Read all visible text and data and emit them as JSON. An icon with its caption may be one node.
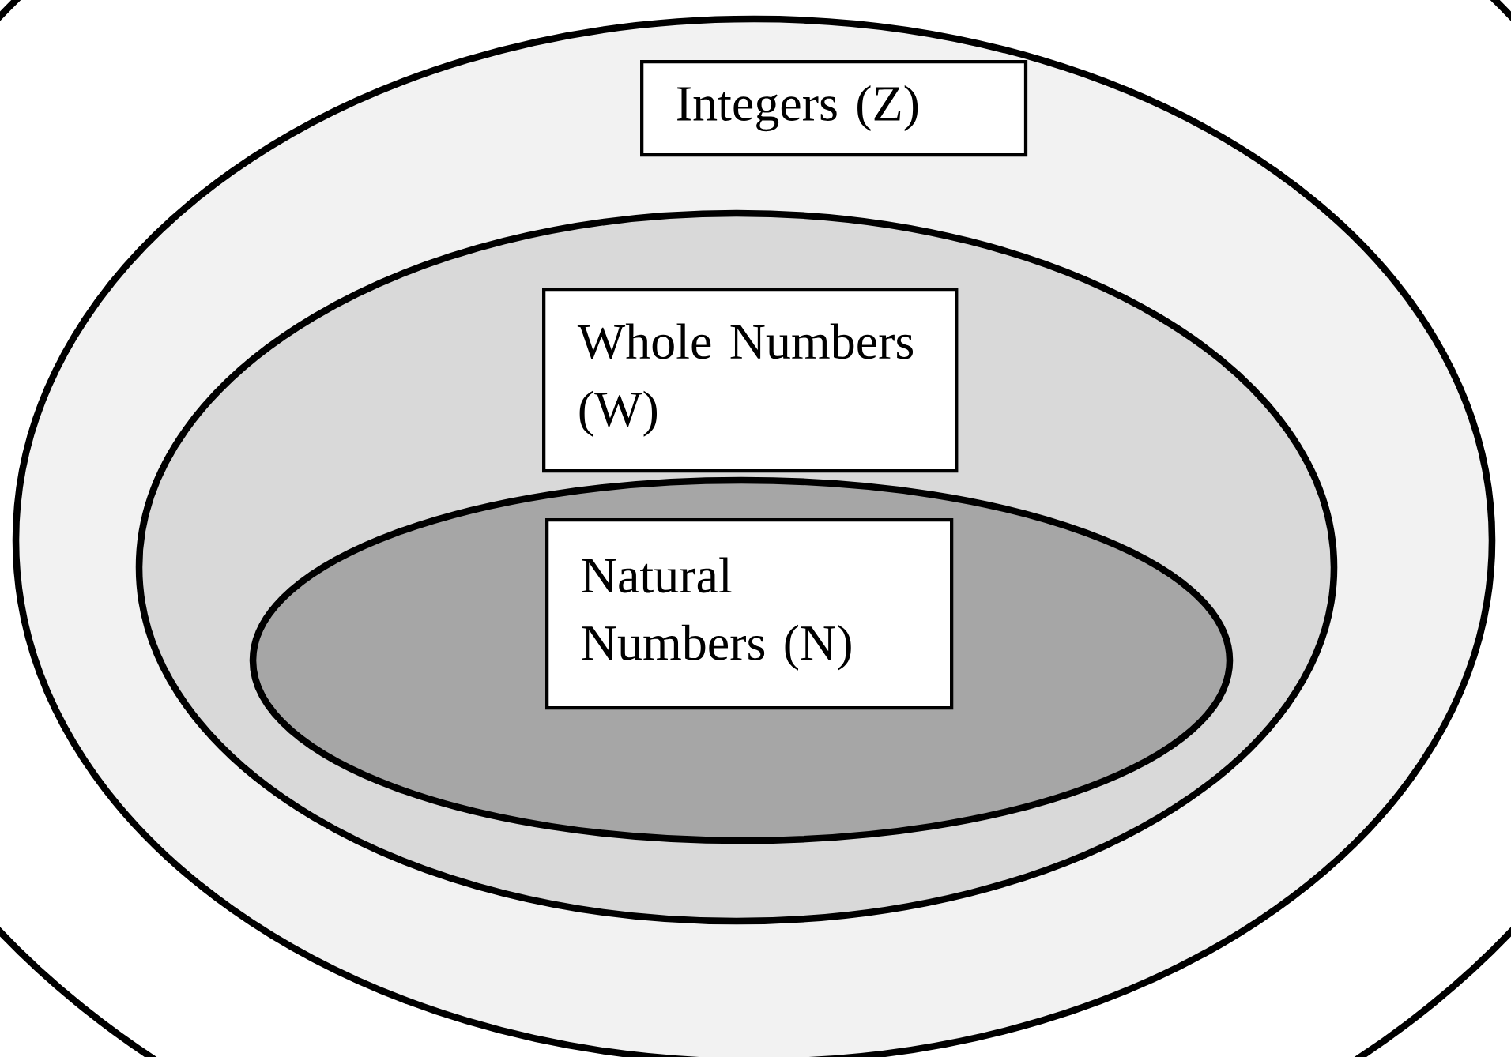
{
  "diagram": {
    "nodes": [
      {
        "text": [],
        "shape": "ellipse"
      },
      {
        "text": [
          "Integers (Z)"
        ],
        "in": 0
      },
      {
        "text": [
          "Whole Numbers (W)"
        ],
        "in": 1
      },
      {
        "text": [
          "Natural Numbers (N)"
        ],
        "in": 2
      }
    ]
  }
}
